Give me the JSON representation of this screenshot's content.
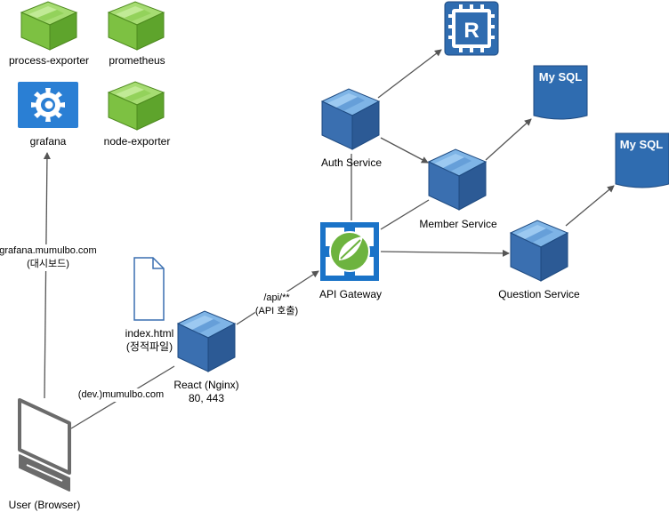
{
  "nodes": {
    "process_exporter": "process-exporter",
    "prometheus": "prometheus",
    "grafana": "grafana",
    "node_exporter": "node-exporter",
    "auth_service": "Auth Service",
    "member_service": "Member Service",
    "question_service": "Question Service",
    "api_gateway": "API Gateway",
    "react": {
      "line1": "React (Nginx)",
      "line2": "80, 443"
    },
    "index_html": {
      "line1": "index.html",
      "line2": "(정적파일)"
    },
    "user": "User (Browser)",
    "redis_glyph": "R",
    "mysql_1": "My SQL",
    "mysql_2": "My SQL"
  },
  "edges": {
    "grafana_domain": {
      "line1": "grafana.mumulbo.com",
      "line2": "(대시보드)"
    },
    "react_domain": "(dev.)mumulbo.com",
    "api_route": {
      "line1": "/api/**",
      "line2": "(API 호출)"
    }
  },
  "colors": {
    "cube_front": "#3a6fb0",
    "cube_top": "#7eb4e6",
    "cube_side": "#2c5a95",
    "exporter_green": "#7dc142",
    "grafana_blue": "#2a7fd4",
    "spring_green": "#6db33f",
    "edge": "#555555"
  }
}
